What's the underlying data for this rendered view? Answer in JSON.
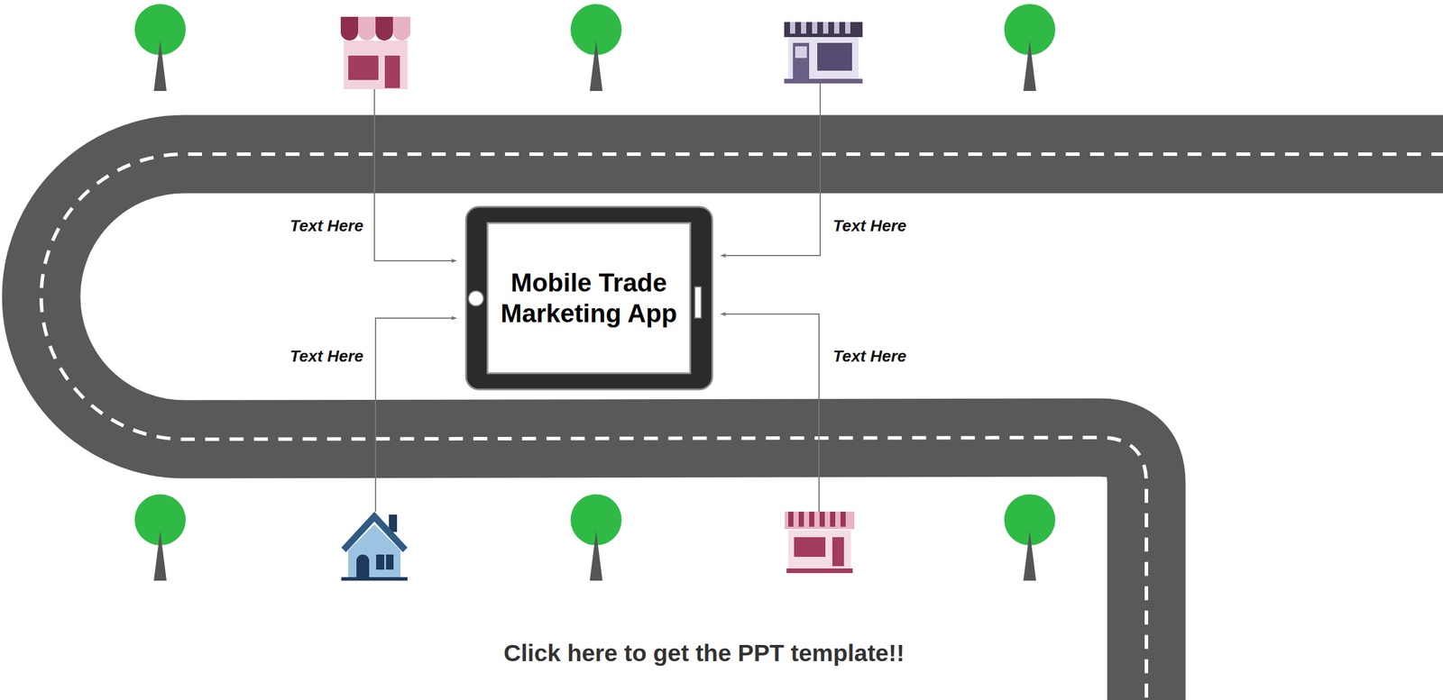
{
  "diagram": {
    "nodes": [
      {
        "text": [
          "Mobile Trade Marketing App"
        ]
      }
    ],
    "labels": [
      "Text Here",
      "Text Here",
      "Text Here",
      "Text Here",
      "Click here to get the PPT template!!"
    ]
  }
}
